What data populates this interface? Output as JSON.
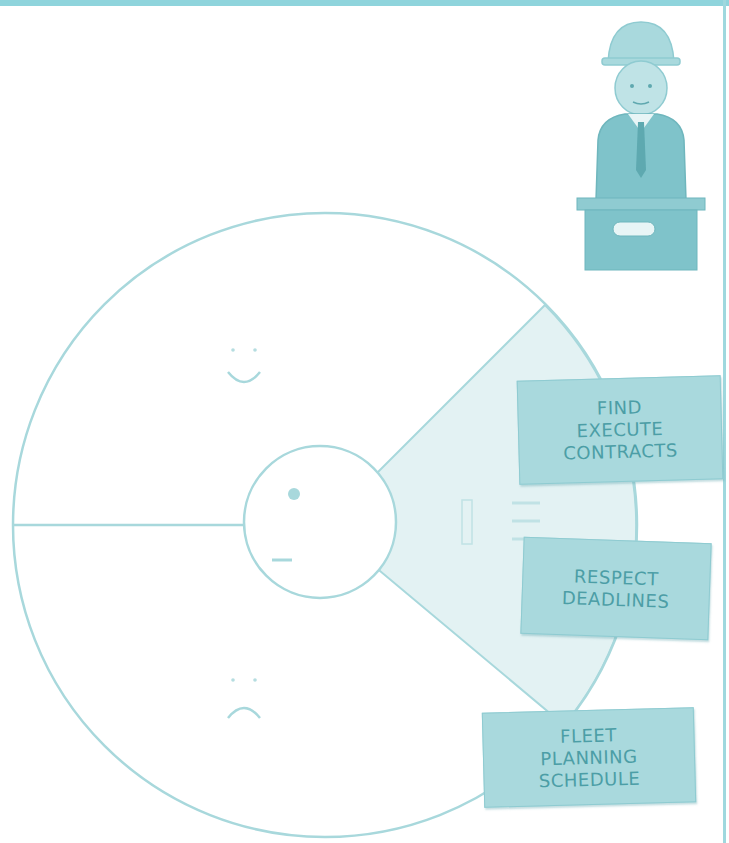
{
  "diagram": {
    "nodes": [
      {
        "text": [
          "FIND EXECUTE CONTRACTS"
        ]
      },
      {
        "text": [
          "RESPECT DEADLINES"
        ]
      },
      {
        "text": [
          "FLEET PLANNING SCHEDULE"
        ]
      }
    ]
  }
}
